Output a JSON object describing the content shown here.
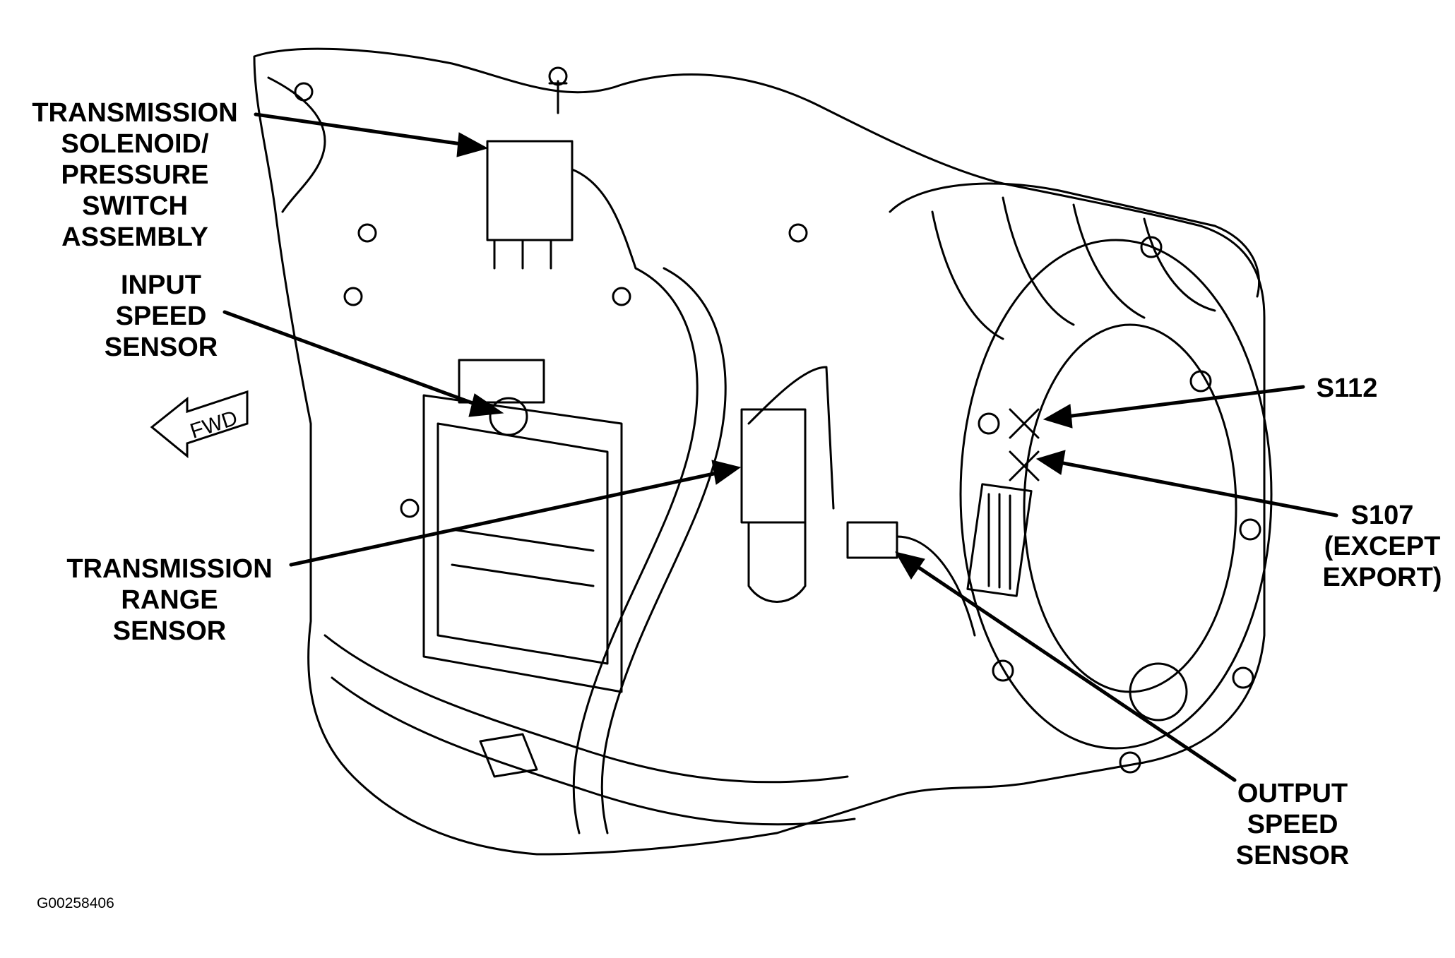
{
  "labels": {
    "solenoid": [
      "TRANSMISSION",
      "SOLENOID/",
      "PRESSURE",
      "SWITCH",
      "ASSEMBLY"
    ],
    "input_speed": [
      "INPUT",
      "SPEED",
      "SENSOR"
    ],
    "range_sensor": [
      "TRANSMISSION",
      "RANGE",
      "SENSOR"
    ],
    "s112": [
      "S112"
    ],
    "s107": [
      "S107",
      "(EXCEPT",
      "EXPORT)"
    ],
    "output_speed": [
      "OUTPUT",
      "SPEED",
      "SENSOR"
    ]
  },
  "fwd_label": "FWD",
  "figure_code": "G00258406",
  "colors": {
    "ink": "#000000",
    "paper": "#ffffff"
  }
}
